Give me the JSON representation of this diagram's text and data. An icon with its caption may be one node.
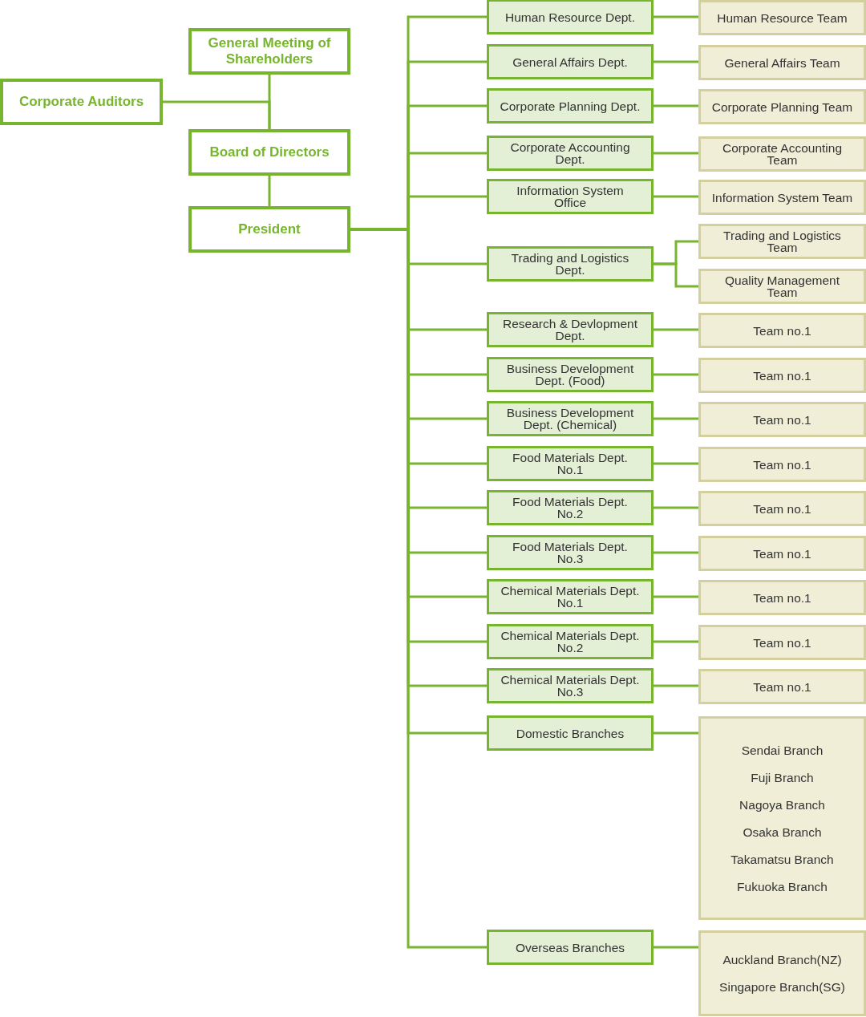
{
  "diagram": {
    "nodes": [
      {
        "text": [
          "General Meeting of Shareholders"
        ]
      },
      {
        "text": [
          "Corporate Auditors"
        ]
      },
      {
        "text": [
          "Board of Directors"
        ]
      },
      {
        "text": [
          "President"
        ]
      },
      {
        "text": [
          "Human Resource Dept."
        ]
      },
      {
        "text": [
          "Human Resource Team"
        ]
      },
      {
        "text": [
          "General Affairs Dept."
        ]
      },
      {
        "text": [
          "General Affairs Team"
        ]
      },
      {
        "text": [
          "Corporate Planning Dept."
        ]
      },
      {
        "text": [
          "Corporate Planning Team"
        ]
      },
      {
        "text": [
          "Corporate Accounting Dept."
        ]
      },
      {
        "text": [
          "Corporate Accounting Team"
        ]
      },
      {
        "text": [
          "Information System Office"
        ]
      },
      {
        "text": [
          "Information System Team"
        ]
      },
      {
        "text": [
          "Trading and Logistics Dept."
        ]
      },
      {
        "text": [
          "Trading and Logistics Team"
        ]
      },
      {
        "text": [
          "Quality Management Team"
        ]
      },
      {
        "text": [
          "Research & Devlopment Dept."
        ]
      },
      {
        "text": [
          "Team no.1"
        ]
      },
      {
        "text": [
          "Business Development Dept. (Food)"
        ]
      },
      {
        "text": [
          "Team no.1"
        ]
      },
      {
        "text": [
          "Business Development Dept. (Chemical)"
        ]
      },
      {
        "text": [
          "Team no.1"
        ]
      },
      {
        "text": [
          "Food Materials Dept. No.1"
        ]
      },
      {
        "text": [
          "Team no.1"
        ]
      },
      {
        "text": [
          "Food Materials Dept. No.2"
        ]
      },
      {
        "text": [
          "Team no.1"
        ]
      },
      {
        "text": [
          "Food Materials Dept. No.3"
        ]
      },
      {
        "text": [
          "Team no.1"
        ]
      },
      {
        "text": [
          "Chemical Materials Dept. No.1"
        ]
      },
      {
        "text": [
          "Team no.1"
        ]
      },
      {
        "text": [
          "Chemical Materials Dept. No.2"
        ]
      },
      {
        "text": [
          "Team no.1"
        ]
      },
      {
        "text": [
          "Chemical Materials Dept. No.3"
        ]
      },
      {
        "text": [
          "Team no.1"
        ]
      },
      {
        "text": [
          "Domestic Branches"
        ]
      },
      {
        "text": [
          "Sendai Branch",
          "Fuji Branch",
          "Nagoya Branch",
          "Osaka Branch",
          "Takamatsu Branch",
          "Fukuoka Branch"
        ]
      },
      {
        "text": [
          "Overseas Branches"
        ]
      },
      {
        "text": [
          "Auckland Branch(NZ)",
          "Singapore Branch(SG)"
        ]
      }
    ],
    "edges": [
      {
        "from": 0,
        "to": 2,
        "arrow": "none"
      },
      {
        "from": 1,
        "to": 2,
        "arrow": "none"
      },
      {
        "from": 2,
        "to": 3,
        "arrow": "none"
      },
      {
        "from": 3,
        "to": 4,
        "arrow": "none"
      },
      {
        "from": 3,
        "to": 6,
        "arrow": "none"
      },
      {
        "from": 3,
        "to": 8,
        "arrow": "none"
      },
      {
        "from": 3,
        "to": 10,
        "arrow": "none"
      },
      {
        "from": 3,
        "to": 12,
        "arrow": "none"
      },
      {
        "from": 3,
        "to": 14,
        "arrow": "none"
      },
      {
        "from": 3,
        "to": 17,
        "arrow": "none"
      },
      {
        "from": 3,
        "to": 19,
        "arrow": "none"
      },
      {
        "from": 3,
        "to": 21,
        "arrow": "none"
      },
      {
        "from": 3,
        "to": 23,
        "arrow": "none"
      },
      {
        "from": 3,
        "to": 25,
        "arrow": "none"
      },
      {
        "from": 3,
        "to": 27,
        "arrow": "none"
      },
      {
        "from": 3,
        "to": 29,
        "arrow": "none"
      },
      {
        "from": 3,
        "to": 31,
        "arrow": "none"
      },
      {
        "from": 3,
        "to": 33,
        "arrow": "none"
      },
      {
        "from": 3,
        "to": 35,
        "arrow": "none"
      },
      {
        "from": 3,
        "to": 37,
        "arrow": "none"
      },
      {
        "from": 4,
        "to": 5,
        "arrow": "none"
      },
      {
        "from": 6,
        "to": 7,
        "arrow": "none"
      },
      {
        "from": 8,
        "to": 9,
        "arrow": "none"
      },
      {
        "from": 10,
        "to": 11,
        "arrow": "none"
      },
      {
        "from": 12,
        "to": 13,
        "arrow": "none"
      },
      {
        "from": 14,
        "to": 15,
        "arrow": "none"
      },
      {
        "from": 14,
        "to": 16,
        "arrow": "none"
      },
      {
        "from": 17,
        "to": 18,
        "arrow": "none"
      },
      {
        "from": 19,
        "to": 20,
        "arrow": "none"
      },
      {
        "from": 21,
        "to": 22,
        "arrow": "none"
      },
      {
        "from": 23,
        "to": 24,
        "arrow": "none"
      },
      {
        "from": 25,
        "to": 26,
        "arrow": "none"
      },
      {
        "from": 27,
        "to": 28,
        "arrow": "none"
      },
      {
        "from": 29,
        "to": 30,
        "arrow": "none"
      },
      {
        "from": 31,
        "to": 32,
        "arrow": "none"
      },
      {
        "from": 33,
        "to": 34,
        "arrow": "none"
      },
      {
        "from": 35,
        "to": 36,
        "arrow": "none"
      },
      {
        "from": 37,
        "to": 38,
        "arrow": "none"
      }
    ]
  }
}
